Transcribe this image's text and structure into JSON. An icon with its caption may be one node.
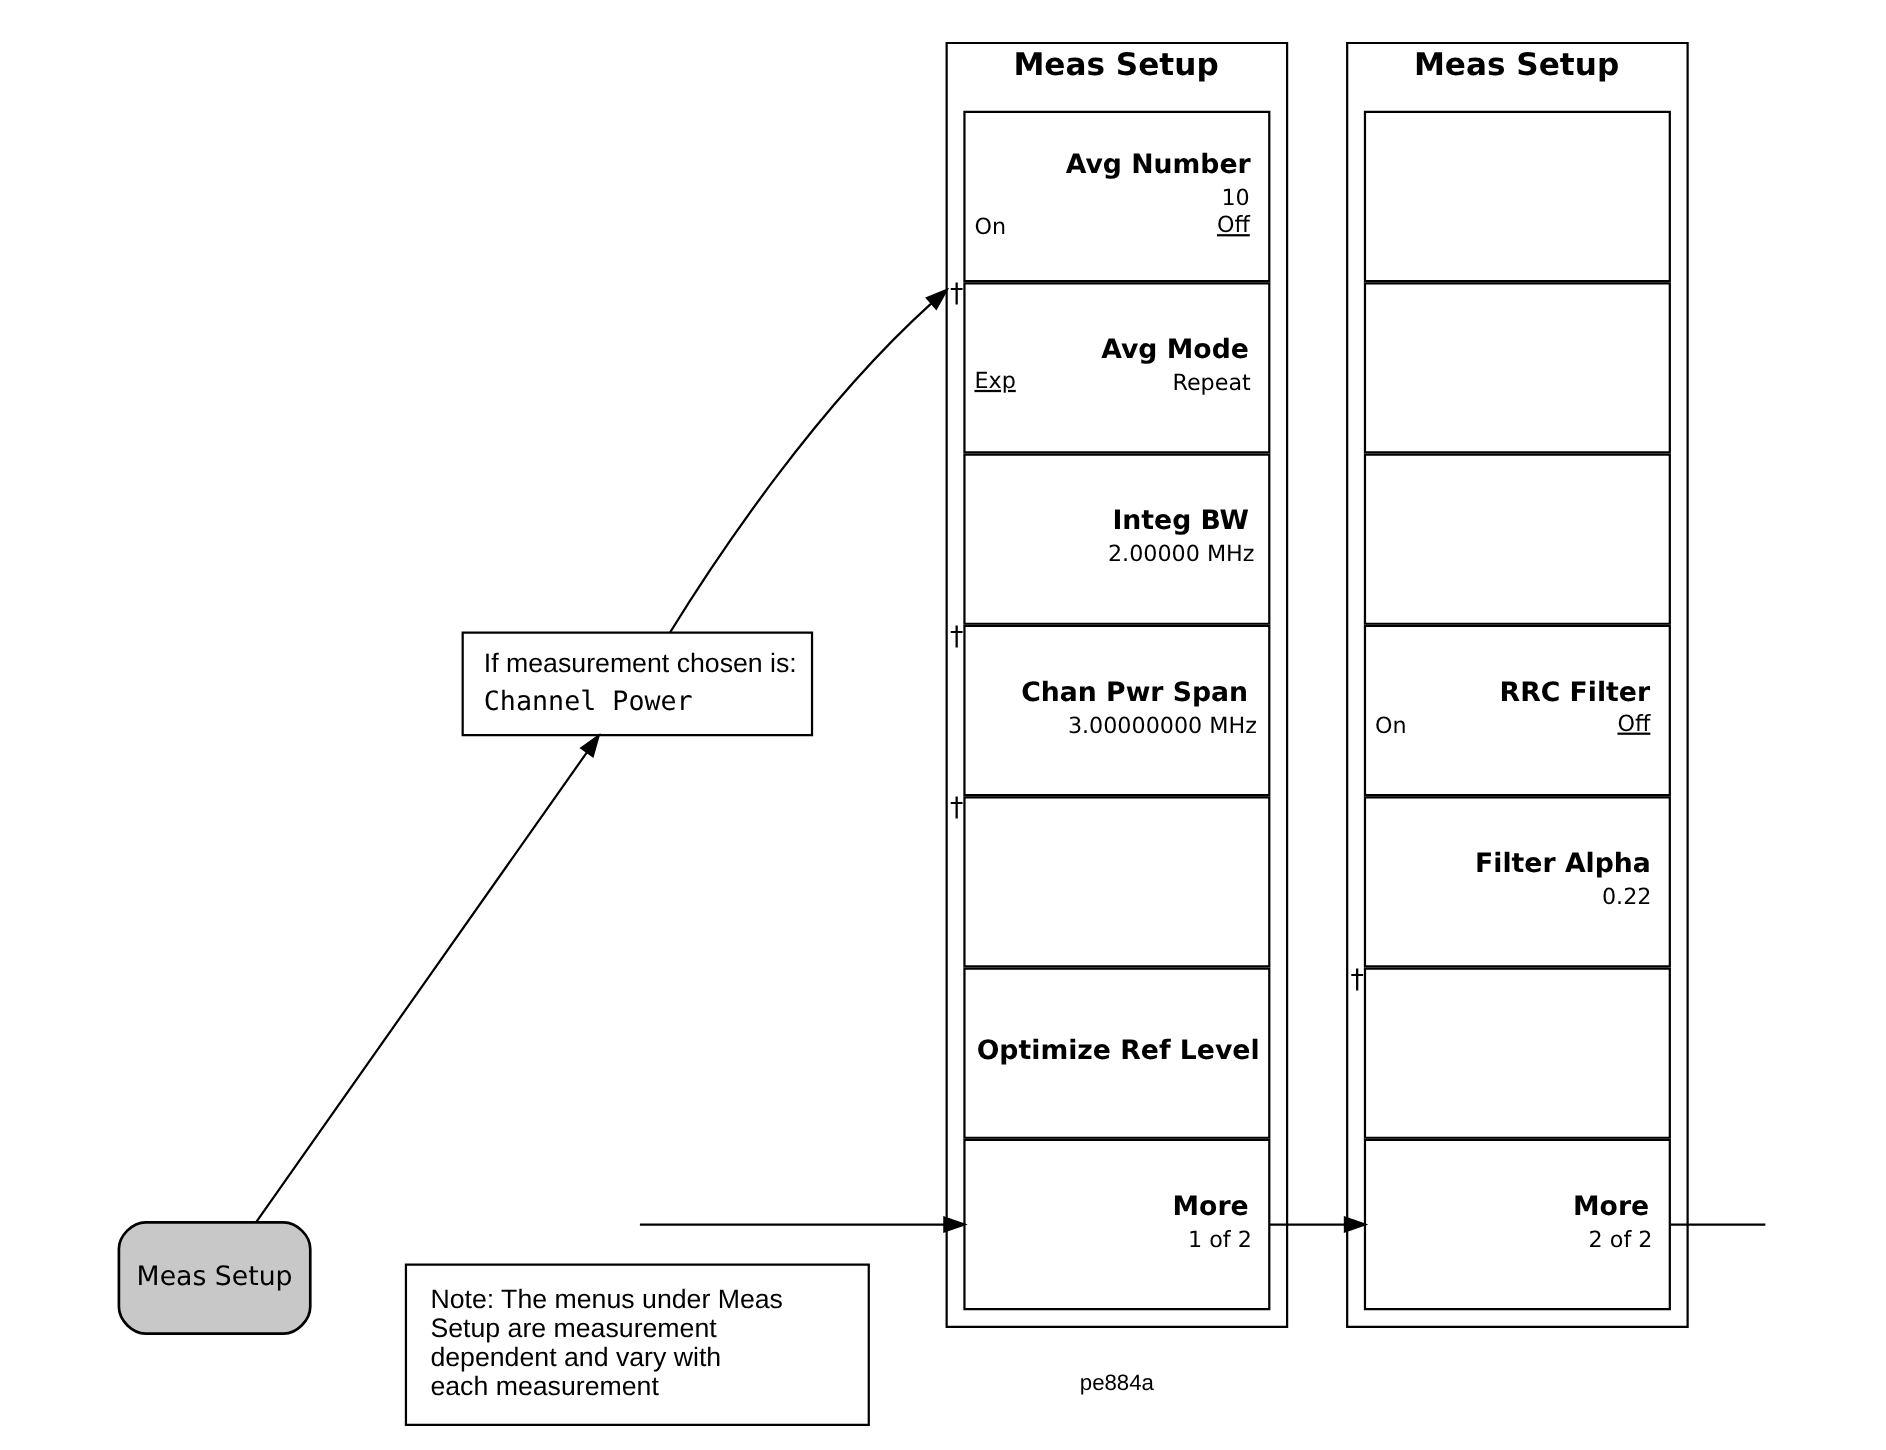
{
  "diagram": {
    "nodes": [
      {
        "text": [
          "Meas Setup"
        ]
      },
      {
        "text": [
          "If measurement chosen is:",
          "Channel Power"
        ]
      },
      {
        "text": [
          "Meas Setup"
        ]
      },
      {
        "text": [
          "Avg Number",
          "10",
          "On",
          "Off"
        ],
        "in": 2,
        "beside": [
          "†"
        ]
      },
      {
        "text": [
          "Avg Mode",
          "Exp",
          "Repeat"
        ],
        "in": 2
      },
      {
        "text": [
          "Integ BW",
          "2.00000 MHz"
        ],
        "in": 2,
        "beside": [
          "†"
        ]
      },
      {
        "text": [
          "Chan Pwr Span",
          "3.00000000 MHz"
        ],
        "in": 2,
        "beside": [
          "†"
        ]
      },
      {
        "text": [],
        "shape": "box",
        "in": 2
      },
      {
        "text": [
          "Optimize Ref Level"
        ],
        "in": 2
      },
      {
        "text": [
          "More",
          "1 of 2"
        ],
        "in": 2
      },
      {
        "text": [
          "Meas Setup"
        ]
      },
      {
        "text": [],
        "shape": "box",
        "in": 10
      },
      {
        "text": [],
        "shape": "box",
        "in": 10
      },
      {
        "text": [],
        "shape": "box",
        "in": 10
      },
      {
        "text": [
          "RRC Filter",
          "On",
          "Off"
        ],
        "in": 10
      },
      {
        "text": [
          "Filter Alpha",
          "0.22"
        ],
        "in": 10,
        "beside": [
          "†"
        ]
      },
      {
        "text": [],
        "shape": "box",
        "in": 10
      },
      {
        "text": [
          "More",
          "2 of 2"
        ],
        "in": 10
      },
      {
        "text": [
          "Note: The menus under Meas Setup are measurement dependent and vary with each measurement"
        ]
      }
    ],
    "edges": [
      {
        "from": 0,
        "to": 1,
        "arrow": "to"
      },
      {
        "from": 1,
        "to": 2,
        "arrow": "to"
      },
      {
        "from": null,
        "to": 9,
        "arrow": "to"
      },
      {
        "from": 9,
        "to": 17,
        "arrow": "to"
      },
      {
        "from": 17,
        "to": null,
        "arrow": "none"
      }
    ],
    "labels": [
      "pe884a"
    ]
  }
}
